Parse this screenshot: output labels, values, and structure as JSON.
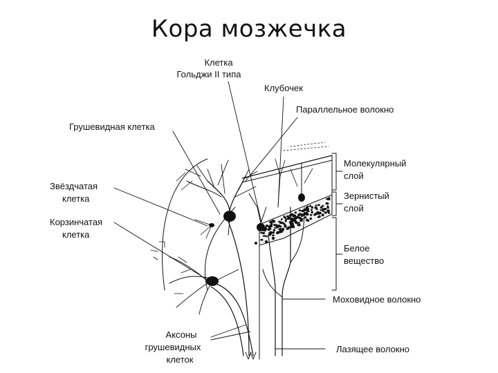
{
  "title": "Кора мозжечка",
  "labels": {
    "golgi_cell_line1": "Клетка",
    "golgi_cell_line2": "Гольджи II типа",
    "glomerulus": "Клубочек",
    "parallel_fiber": "Параллельное волокно",
    "purkinje_cell": "Грушевидная клетка",
    "stellate_cell_line1": "Звёздчатая",
    "stellate_cell_line2": "клетка",
    "basket_cell_line1": "Корзинчатая",
    "basket_cell_line2": "клетка",
    "molecular_layer_line1": "Молекулярный",
    "molecular_layer_line2": "слой",
    "granular_layer_line1": "Зернистый",
    "granular_layer_line2": "слой",
    "white_matter_line1": "Белое",
    "white_matter_line2": "вещество",
    "mossy_fiber": "Моховидное волокно",
    "climbing_fiber": "Лазящее волокно",
    "purkinje_axons_line1": "Аксоны",
    "purkinje_axons_line2": "грушевидных",
    "purkinje_axons_line3": "клеток"
  }
}
